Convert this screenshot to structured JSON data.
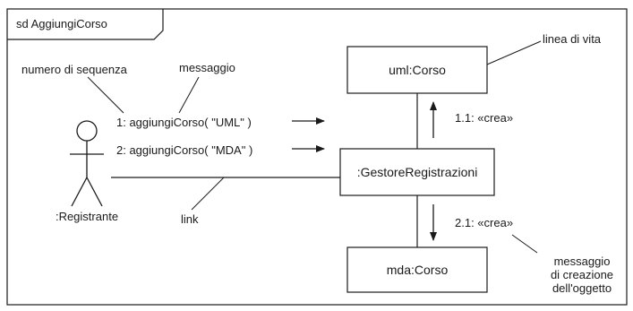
{
  "frame": {
    "title": "sd AggiungiCorso"
  },
  "objects": {
    "uml_corso": "uml:Corso",
    "gestore": ":GestoreRegistrazioni",
    "mda_corso": "mda:Corso"
  },
  "actor": {
    "name": ":Registrante"
  },
  "messages": [
    "1: aggiungiCorso( \"UML\" )",
    "2: aggiungiCorso( \"MDA\" )",
    "1.1: «crea»",
    "2.1: «crea»"
  ],
  "annotations": {
    "sequence_number": "numero di sequenza",
    "message": "messaggio",
    "lifeline": "linea di vita",
    "link": "link",
    "creation_message": [
      "messaggio",
      "di creazione",
      "dell'oggetto"
    ]
  }
}
